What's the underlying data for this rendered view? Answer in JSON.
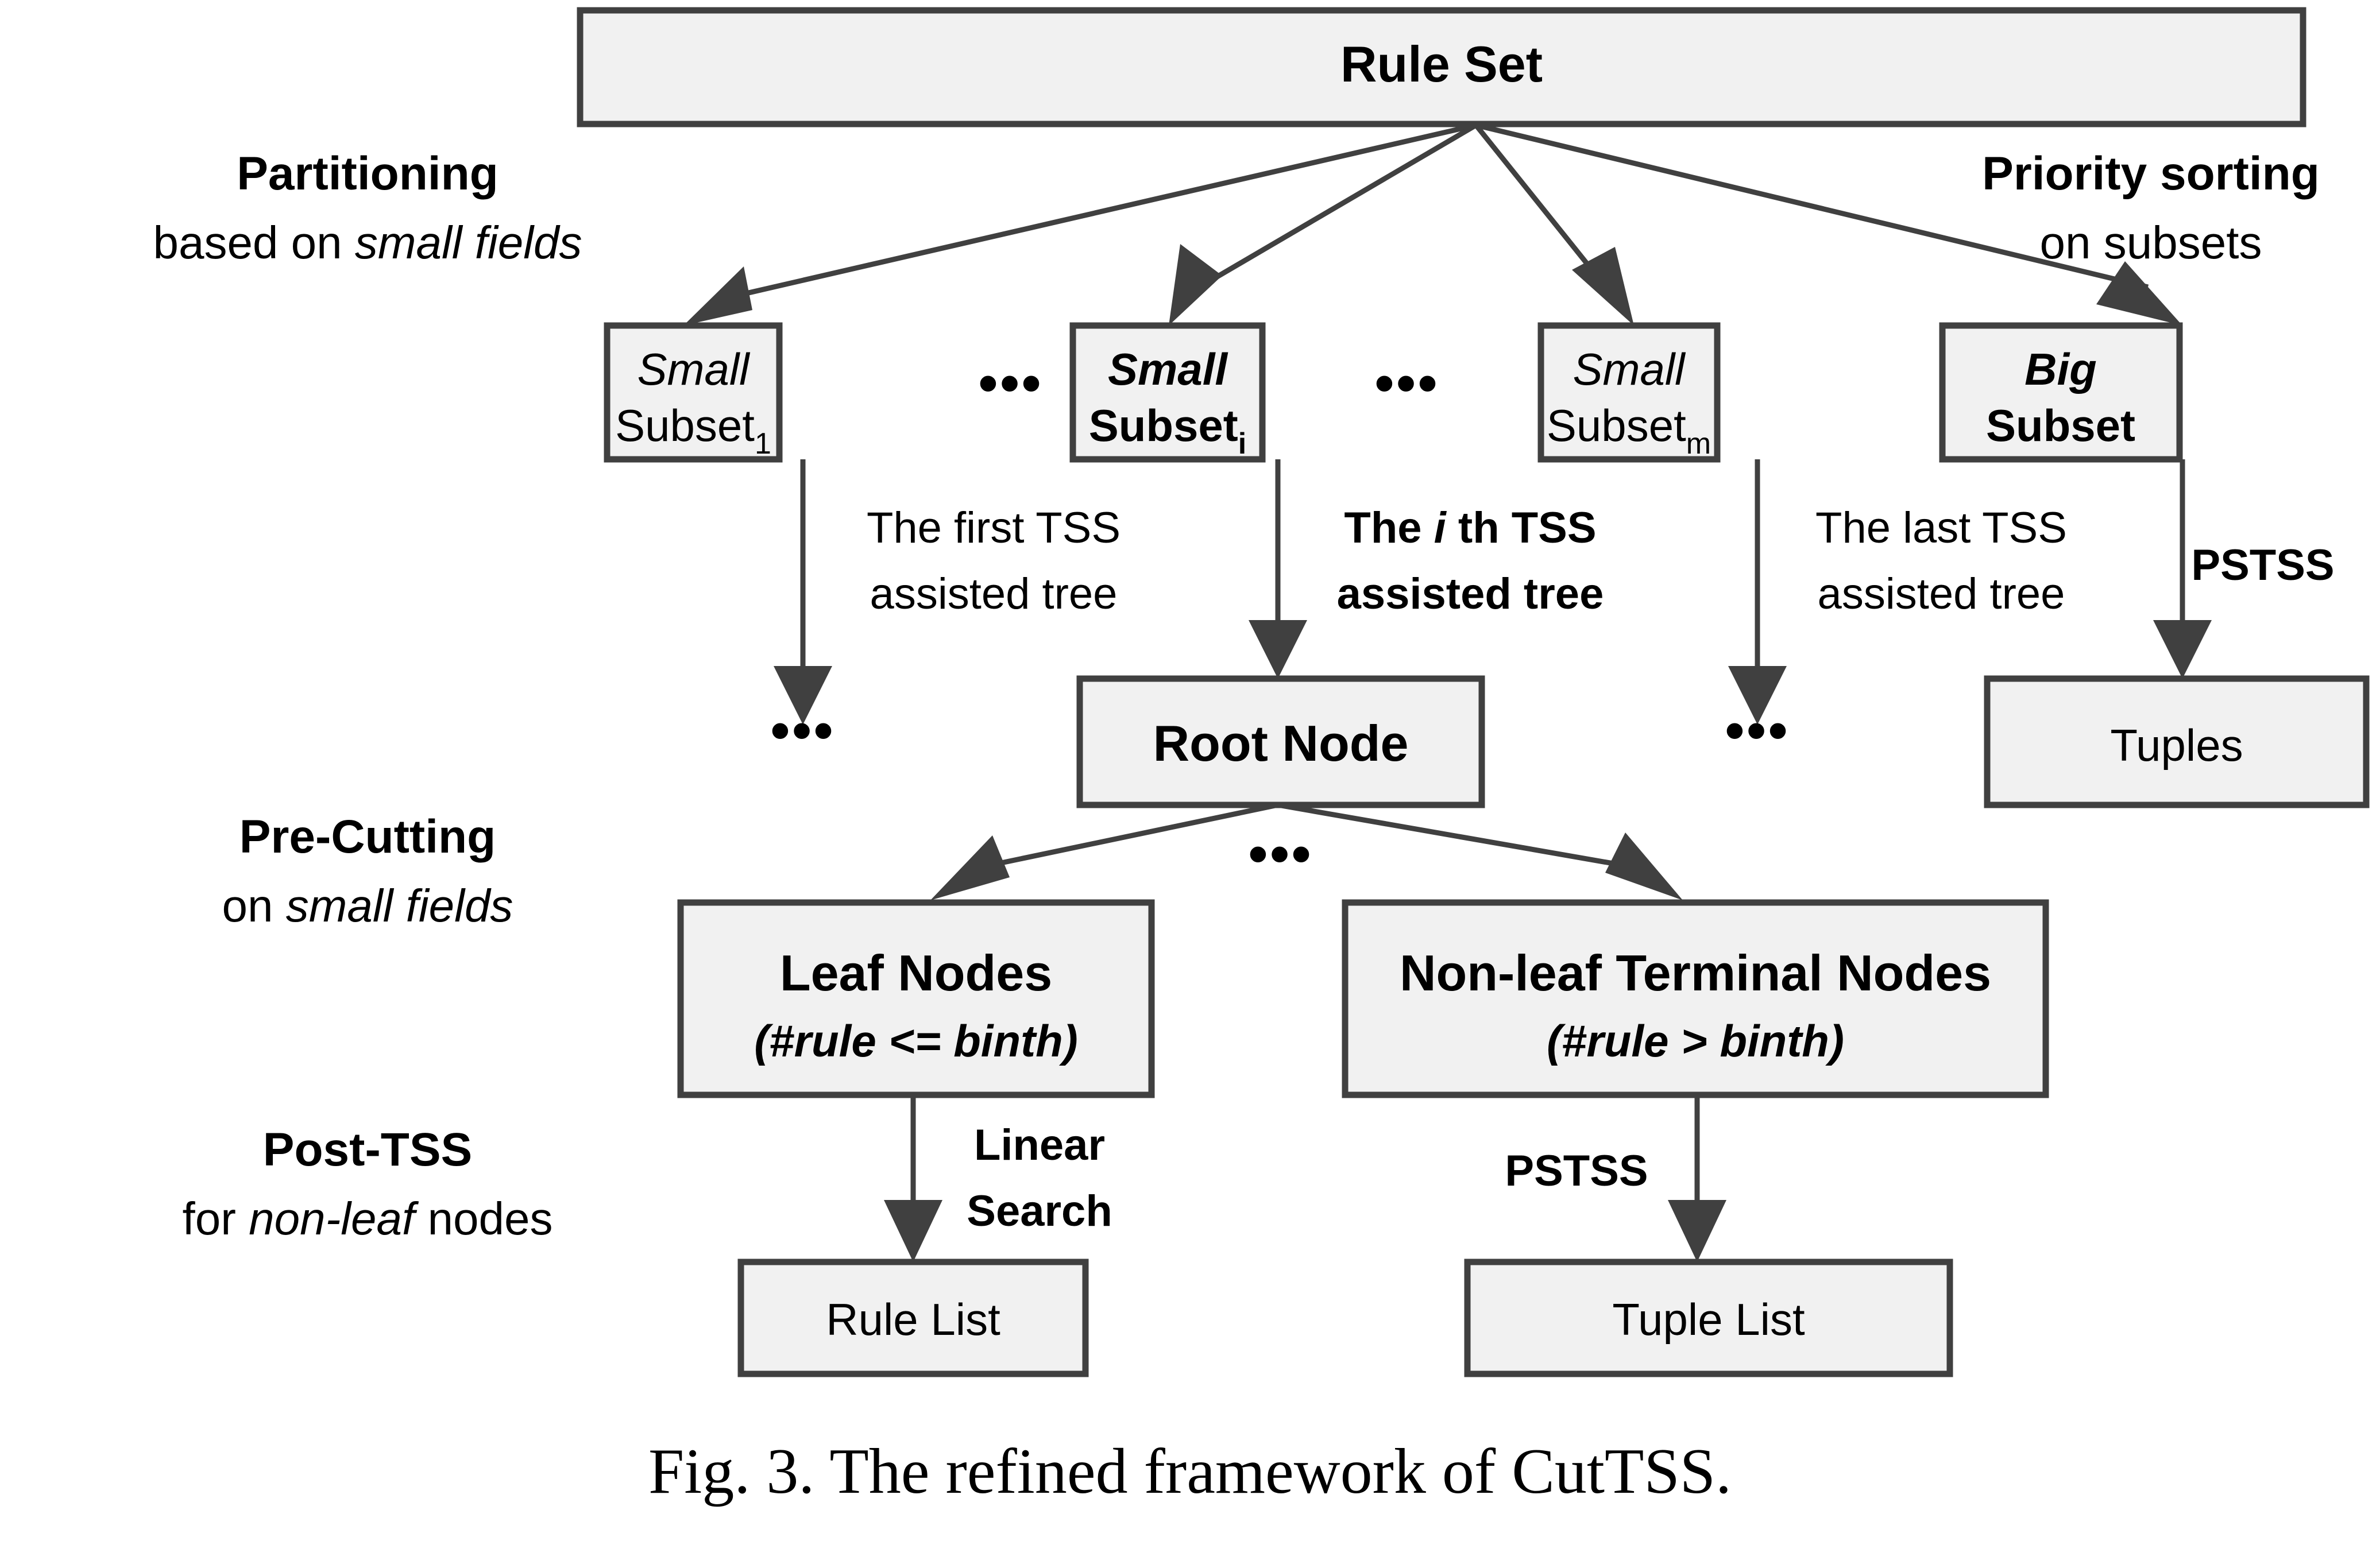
{
  "figure": {
    "caption": "Fig. 3. The refined framework of CutTSS."
  },
  "side_labels": {
    "partitioning": {
      "heading": "Partitioning",
      "sub_prefix": "based on ",
      "sub_italic": "small fields"
    },
    "precutting": {
      "heading": "Pre-Cutting",
      "sub_prefix": "on ",
      "sub_italic": "small fields"
    },
    "posttss": {
      "heading": "Post-TSS",
      "sub_prefix": "for ",
      "sub_italic": "non-leaf",
      "sub_suffix": " nodes"
    },
    "priority": {
      "heading": "Priority sorting",
      "sub": "on subsets"
    }
  },
  "nodes": {
    "rule_set": {
      "label": "Rule Set"
    },
    "small_subset_1": {
      "line1": "Small",
      "line2": "Subset",
      "subscript": "1"
    },
    "small_subset_i": {
      "line1": "Small",
      "line2": "Subset",
      "subscript": "i"
    },
    "small_subset_m": {
      "line1": "Small",
      "line2": "Subset",
      "subscript": "m"
    },
    "big_subset": {
      "line1": "Big",
      "line2": "Subset"
    },
    "root_node": {
      "label": "Root Node"
    },
    "tuples": {
      "label": "Tuples"
    },
    "leaf_nodes": {
      "line1": "Leaf Nodes",
      "line2": "(#rule <= binth)"
    },
    "nonleaf_nodes": {
      "line1": "Non-leaf Terminal Nodes",
      "line2": "(#rule > binth)"
    },
    "rule_list": {
      "label": "Rule List"
    },
    "tuple_list": {
      "label": "Tuple List"
    }
  },
  "edge_labels": {
    "first_tss": {
      "line1": "The first TSS",
      "line2": "assisted tree"
    },
    "ith_tss": {
      "line1_a": "The ",
      "line1_i": "i",
      "line1_b": " th TSS",
      "line2": "assisted tree"
    },
    "last_tss": {
      "line1": "The last TSS",
      "line2": "assisted tree"
    },
    "pstss_top": {
      "label": "PSTSS"
    },
    "linear_search": {
      "line1": "Linear",
      "line2": "Search"
    },
    "pstss_bottom": {
      "label": "PSTSS"
    }
  },
  "ellipses": {
    "between_1_i": "•••",
    "between_i_m": "•••",
    "under_first_tss": "•••",
    "under_last_tss": "•••",
    "under_root_node": "•••"
  },
  "colors": {
    "box_fill": "#f1f1f1",
    "box_stroke": "#404040",
    "edge": "#404040",
    "text": "#000000",
    "background": "#ffffff"
  }
}
